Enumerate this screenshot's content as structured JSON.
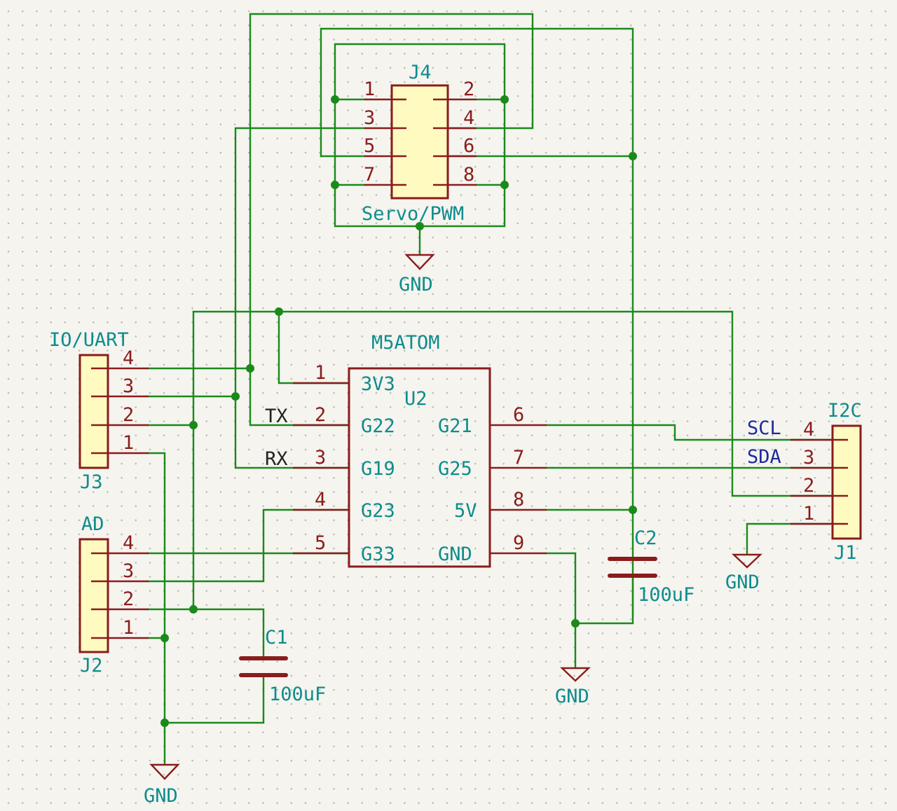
{
  "colors": {
    "wire": "#1a8a1a",
    "symbol": "#8a1c1c",
    "symbol_fill": "#fffbc0",
    "reference": "#0e8c8c",
    "net_label": "#1c2a9c",
    "background": "#f5f4ef"
  },
  "u2": {
    "title": "M5ATOM",
    "ref": "U2",
    "pins": [
      {
        "num": "1",
        "name": "3V3"
      },
      {
        "num": "2",
        "name": "G22"
      },
      {
        "num": "3",
        "name": "G19"
      },
      {
        "num": "4",
        "name": "G23"
      },
      {
        "num": "5",
        "name": "G33"
      },
      {
        "num": "6",
        "name": "G21"
      },
      {
        "num": "7",
        "name": "G25"
      },
      {
        "num": "8",
        "name": "5V"
      },
      {
        "num": "9",
        "name": "GND"
      }
    ],
    "labels": {
      "tx": "TX",
      "rx": "RX"
    }
  },
  "j4": {
    "ref": "J4",
    "value": "Servo/PWM",
    "pins": [
      "1",
      "2",
      "3",
      "4",
      "5",
      "6",
      "7",
      "8"
    ]
  },
  "j3": {
    "ref": "J3",
    "value": "IO/UART",
    "pins": [
      "4",
      "3",
      "2",
      "1"
    ]
  },
  "j2": {
    "ref": "J2",
    "value": "AD",
    "pins": [
      "4",
      "3",
      "2",
      "1"
    ]
  },
  "j1": {
    "ref": "J1",
    "value": "I2C",
    "pins": [
      "4",
      "3",
      "2",
      "1"
    ],
    "net_labels": [
      "SCL",
      "SDA"
    ]
  },
  "c1": {
    "ref": "C1",
    "value": "100uF"
  },
  "c2": {
    "ref": "C2",
    "value": "100uF"
  },
  "gnd_label": "GND"
}
